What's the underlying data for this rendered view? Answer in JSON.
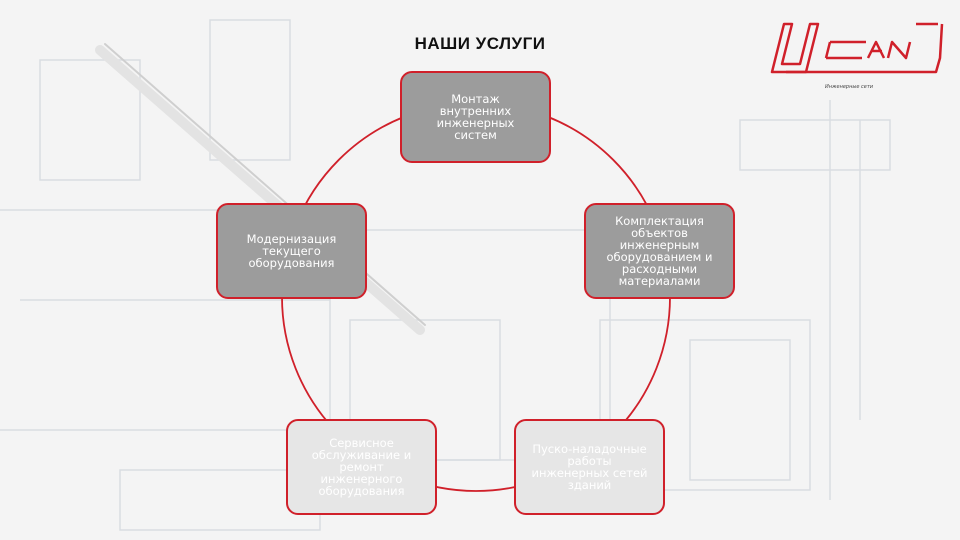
{
  "slide": {
    "title": "НАШИ УСЛУГИ"
  },
  "logo": {
    "text": "UCAN",
    "caption": "Инженерные сети",
    "color": "#d0202a"
  },
  "services": [
    {
      "label": "Монтаж\nвнутренних\nинженерных\nсистем",
      "style": "dark"
    },
    {
      "label": "Комплектация\nобъектов\nинженерным\nоборудованием и\nрасходными\nматериалами",
      "style": "dark"
    },
    {
      "label": "Пуско-наладочные\nработы\nинженерных сетей\nзданий",
      "style": "light"
    },
    {
      "label": "Сервисное\nобслуживание и\nремонт\nинженерного\nоборудования",
      "style": "light"
    },
    {
      "label": "Модернизация\nтекущего\nоборудования",
      "style": "dark"
    }
  ],
  "colors": {
    "accent": "#d0202a",
    "node_dark": "#9c9c9c",
    "node_light": "#e6e6e6"
  }
}
